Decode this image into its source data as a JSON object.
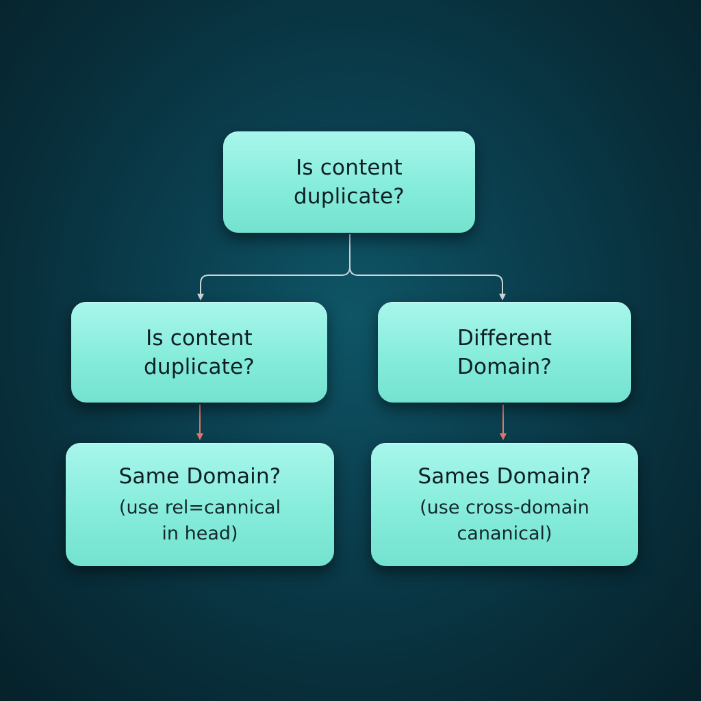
{
  "nodes": {
    "root": {
      "title": "Is content\nduplicate?"
    },
    "left": {
      "title": "Is content\nduplicate?"
    },
    "right": {
      "title": "Different\nDomain?"
    },
    "bottom_left": {
      "title": "Same Domain?",
      "subtitle": "(use rel=cannical\nin head)"
    },
    "bottom_right": {
      "title": "Sames Domain?",
      "subtitle": "(use cross-domain\ncananical)"
    }
  },
  "colors": {
    "background": "#0b4050",
    "node_fill": "#86ecdb",
    "text": "#0d1f24",
    "connector_top": "#c9d6d8",
    "connector_bottom": "#e0776a"
  }
}
